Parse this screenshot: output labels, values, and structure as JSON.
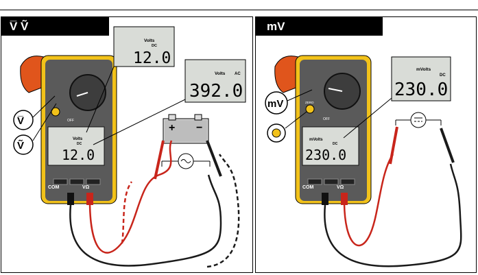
{
  "left_panel": {
    "tab_title": "V̅ Ṽ",
    "meter": {
      "display_unit": "Volts",
      "display_mode": "DC",
      "display_value": "12.0",
      "jack_com": "COM",
      "jack_v": "VΩ",
      "dial_off": "OFF"
    },
    "callout_dc": {
      "unit": "Volts",
      "mode": "DC",
      "value": "12.0"
    },
    "callout_ac": {
      "unit": "Volts",
      "mode": "AC",
      "value": "392.0"
    },
    "battery": {
      "plus": "+",
      "minus": "−"
    },
    "symbols": {
      "dc_volts": "V̅",
      "ac_volts": "Ṽ"
    }
  },
  "right_panel": {
    "tab_title": "mV",
    "meter": {
      "display_unit": "mVolts",
      "display_mode": "DC",
      "display_value": "230.0",
      "jack_com": "COM",
      "jack_v": "VΩ",
      "dial_off": "OFF",
      "zero_label": "ZERO"
    },
    "callout": {
      "unit": "mVolts",
      "mode": "DC",
      "value": "230.0"
    },
    "symbols": {
      "mv": "mV"
    }
  },
  "colors": {
    "meter_body": "#5a5a5a",
    "holster": "#f2c21a",
    "jaw": "#e0551c",
    "lead_red": "#c8251b",
    "lead_black": "#1a1a1a",
    "lcd": "#d9dcd7"
  }
}
